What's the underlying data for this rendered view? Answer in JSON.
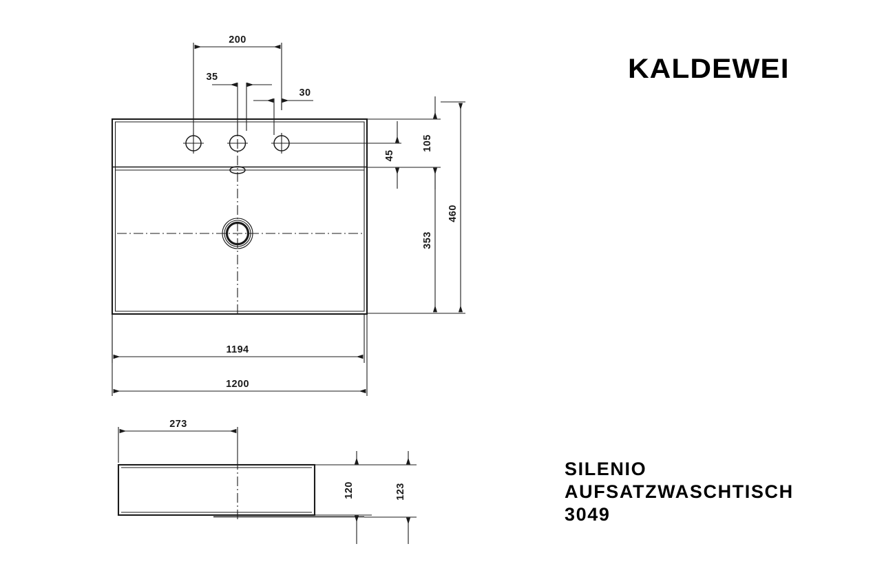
{
  "brand": {
    "logo_text": "KALDEWEI"
  },
  "product": {
    "line1": "SILENIO",
    "line2": "AUFSATZWASCHTISCH",
    "line3": "3049"
  },
  "drawing": {
    "type": "technical-dimension-drawing",
    "units": "mm",
    "views": [
      {
        "name": "top-view",
        "features": [
          "three-tap-holes",
          "overflow-slot",
          "center-drain",
          "horizontal-centerline",
          "vertical-centerline"
        ]
      },
      {
        "name": "side-view",
        "features": [
          "basin-body",
          "rim-edge",
          "center-mark"
        ]
      }
    ]
  },
  "dimensions": {
    "top_view": {
      "tap_spacing_outer": "200",
      "tap_spacing_left": "35",
      "tap_spacing_right": "30",
      "rim_depth_to_hole": "45",
      "hole_to_front": "105",
      "bowl_depth": "353",
      "total_depth": "460",
      "inner_width": "1194",
      "total_width": "1200"
    },
    "side_view": {
      "drain_offset": "273",
      "body_height": "120",
      "total_height": "123"
    }
  },
  "dimension_labels": [
    {
      "value": "200",
      "orientation": "horizontal"
    },
    {
      "value": "35",
      "orientation": "horizontal"
    },
    {
      "value": "30",
      "orientation": "horizontal"
    },
    {
      "value": "105",
      "orientation": "vertical"
    },
    {
      "value": "45",
      "orientation": "vertical"
    },
    {
      "value": "353",
      "orientation": "vertical"
    },
    {
      "value": "460",
      "orientation": "vertical"
    },
    {
      "value": "1194",
      "orientation": "horizontal"
    },
    {
      "value": "1200",
      "orientation": "horizontal"
    },
    {
      "value": "273",
      "orientation": "horizontal"
    },
    {
      "value": "120",
      "orientation": "vertical"
    },
    {
      "value": "123",
      "orientation": "vertical"
    }
  ],
  "colors": {
    "line": "#1a1a1a",
    "background": "#ffffff",
    "text": "#000000"
  }
}
